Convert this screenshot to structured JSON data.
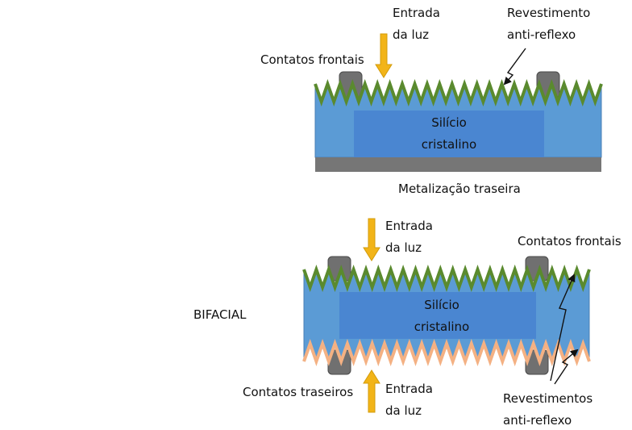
{
  "top_cell": {
    "light_label_line1": "Entrada",
    "light_label_line2": "da luz",
    "front_contacts_label": "Contatos frontais",
    "ar_coating_line1": "Revestimento",
    "ar_coating_line2": "anti-reflexo",
    "silicon_line1": "Silício",
    "silicon_line2": "cristalino",
    "back_metal_label": "Metalização traseira"
  },
  "bifacial_cell": {
    "type_label": "BIFACIAL",
    "light_top_line1": "Entrada",
    "light_top_line2": "da luz",
    "front_contacts_label": "Contatos frontais",
    "silicon_line1": "Silício",
    "silicon_line2": "cristalino",
    "rear_contacts_label": "Contatos traseiros",
    "light_bottom_line1": "Entrada",
    "light_bottom_line2": "da luz",
    "ar_coatings_line1": "Revestimentos",
    "ar_coatings_line2": "anti-reflexo"
  },
  "colors": {
    "silicon_outer": "#5b9bd5",
    "silicon_inner": "#4a86d1",
    "front_coating": "#5a8a2e",
    "rear_coating": "#f4b183",
    "contact": "#707070",
    "back_metal": "#767676",
    "arrow": "#f2b418"
  }
}
